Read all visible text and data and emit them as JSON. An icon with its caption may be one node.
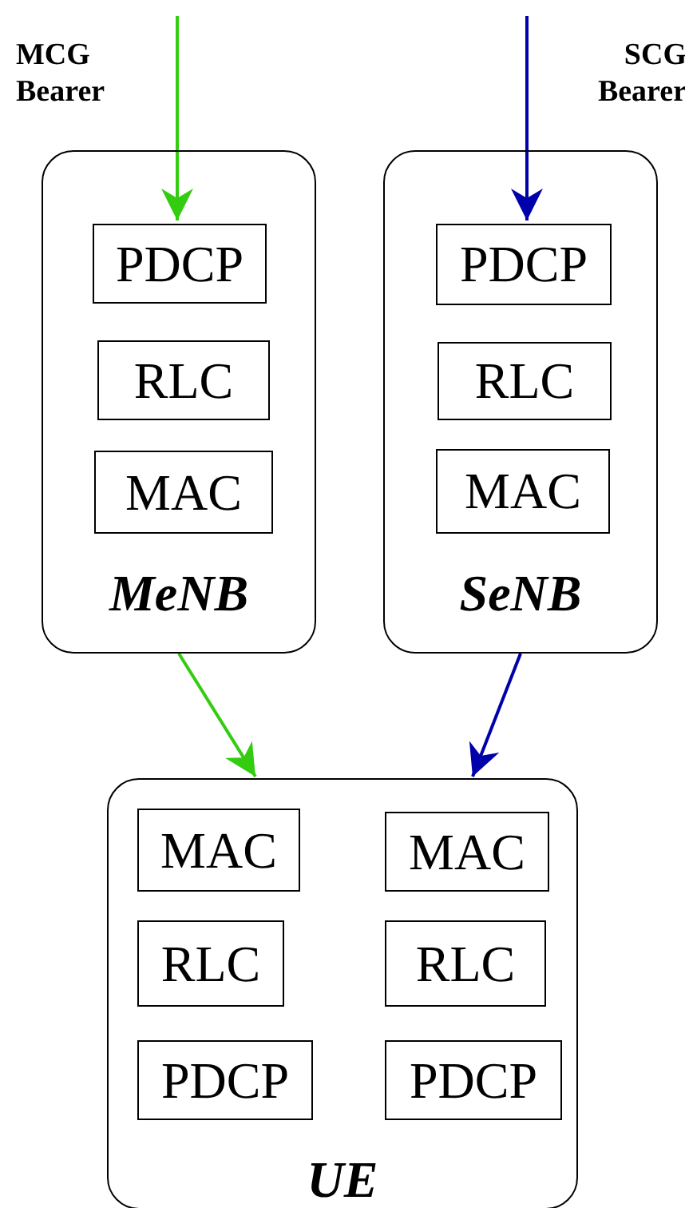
{
  "diagram": {
    "nodes": [
      {
        "text": [
          "MeNB"
        ]
      },
      {
        "text": [
          "PDCP"
        ],
        "in": 0
      },
      {
        "text": [
          "RLC"
        ],
        "in": 0
      },
      {
        "text": [
          "MAC"
        ],
        "in": 0
      },
      {
        "text": [
          "SeNB"
        ]
      },
      {
        "text": [
          "PDCP"
        ],
        "in": 4
      },
      {
        "text": [
          "RLC"
        ],
        "in": 4
      },
      {
        "text": [
          "MAC"
        ],
        "in": 4
      },
      {
        "text": [
          "UE"
        ]
      },
      {
        "text": [
          "MAC"
        ],
        "in": 8
      },
      {
        "text": [
          "RLC"
        ],
        "in": 8
      },
      {
        "text": [
          "PDCP"
        ],
        "in": 8
      },
      {
        "text": [
          "MAC"
        ],
        "in": 8
      },
      {
        "text": [
          "RLC"
        ],
        "in": 8
      },
      {
        "text": [
          "PDCP"
        ],
        "in": 8
      }
    ],
    "edges": [
      {
        "from": null,
        "to": 1,
        "arrow": "to",
        "color": "#33cc11"
      },
      {
        "from": null,
        "to": 5,
        "arrow": "to",
        "color": "#0000aa"
      },
      {
        "from": 0,
        "to": 8,
        "arrow": "to",
        "color": "#33cc11"
      },
      {
        "from": 4,
        "to": 8,
        "arrow": "to",
        "color": "#0000aa"
      }
    ],
    "labels": [
      "MCG Bearer",
      "SCG Bearer"
    ]
  }
}
